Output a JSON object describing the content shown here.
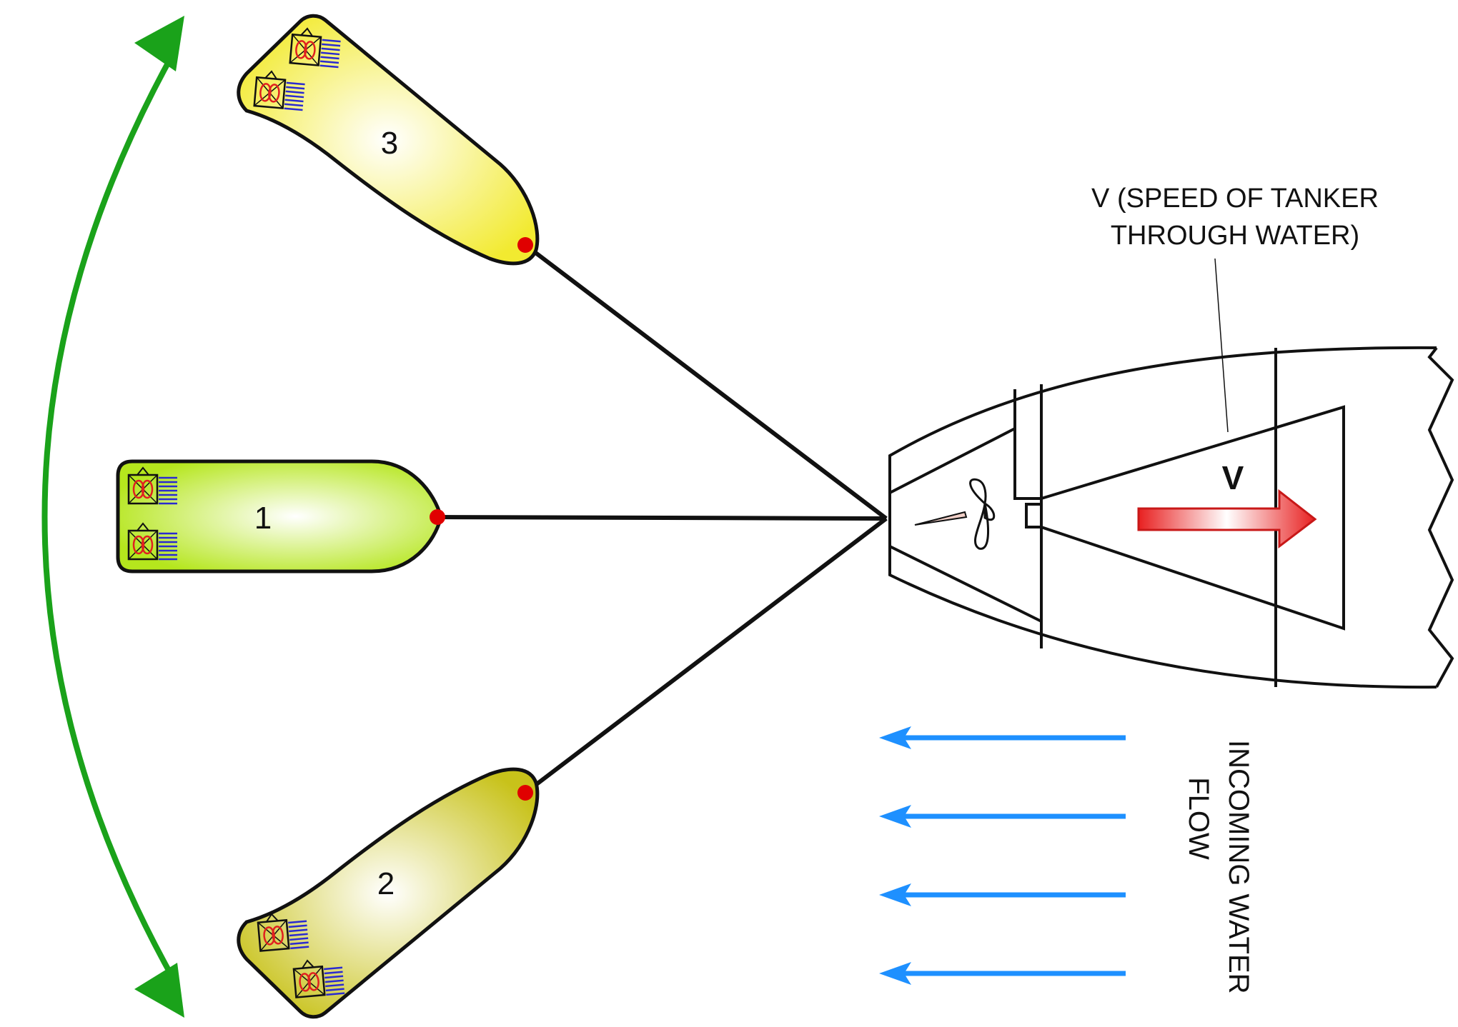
{
  "tugs": [
    {
      "number": "1",
      "fill": "#b5e61d"
    },
    {
      "number": "2",
      "fill": "#c8c21a"
    },
    {
      "number": "3",
      "fill": "#f2ea30"
    }
  ],
  "tanker": {
    "speed_symbol": "V",
    "speed_label_line1": "V (SPEED OF TANKER",
    "speed_label_line2": "THROUGH WATER)"
  },
  "flow": {
    "label_line1": "INCOMING WATER",
    "label_line2": "FLOW",
    "arrow_color": "#1e90ff",
    "arrow_count": 4
  },
  "colors": {
    "swing_arc": "#1aa21a",
    "tow_point": "#e00000",
    "speed_arrow": "#e83030",
    "outline": "#111111"
  }
}
